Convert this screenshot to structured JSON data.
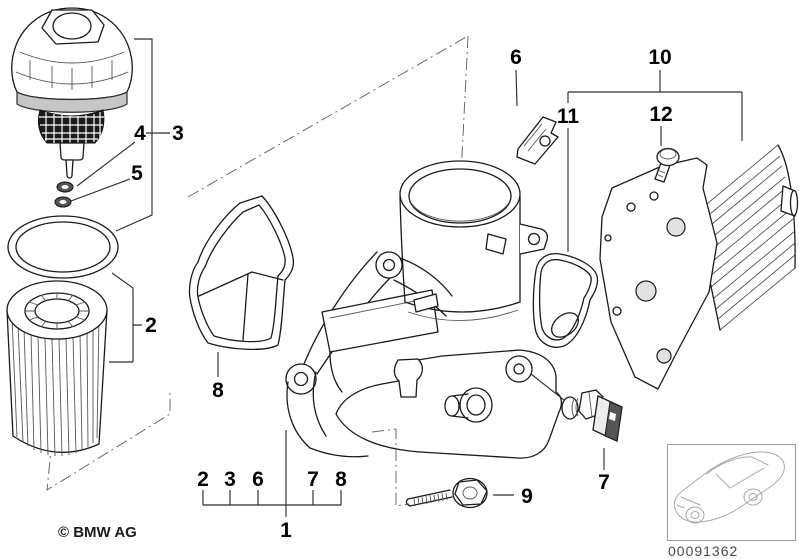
{
  "diagram": {
    "copyright": "© BMW AG",
    "image_number": "00091362",
    "line_color": "#1a1a1a",
    "shade_color": "#c6c6c6"
  },
  "callouts": {
    "n1": "1",
    "n2": "2",
    "n3": "3",
    "n4": "4",
    "n5": "5",
    "n6": "6",
    "n7": "7",
    "n8": "8",
    "n9": "9",
    "n10": "10",
    "n11": "11",
    "n12": "12"
  },
  "legend": {
    "items": [
      "2",
      "3",
      "6",
      "7",
      "8"
    ],
    "assembly_label": "1"
  }
}
